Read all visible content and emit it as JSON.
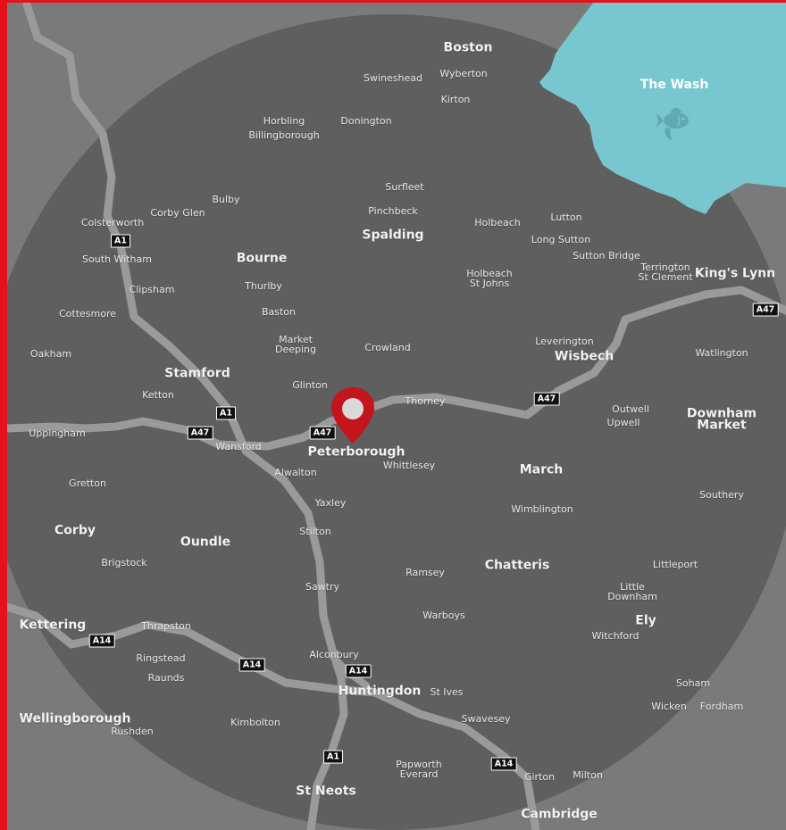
{
  "colors": {
    "frame": "#e3121b",
    "background": "#7a7a7a",
    "radius_area": "#5f5f5f",
    "water": "#78c6cf",
    "road": "#9a9a9a",
    "pin": "#c4151c",
    "pin_center": "#d9d9d9"
  },
  "icons": [
    "location-pin-icon",
    "fish-icon"
  ],
  "water": {
    "name": "The Wash"
  },
  "road_shields": [
    {
      "label": "A1"
    },
    {
      "label": "A1"
    },
    {
      "label": "A1"
    },
    {
      "label": "A47"
    },
    {
      "label": "A47"
    },
    {
      "label": "A47"
    },
    {
      "label": "A47"
    },
    {
      "label": "A14"
    },
    {
      "label": "A14"
    },
    {
      "label": "A14"
    },
    {
      "label": "A14"
    }
  ],
  "places": {
    "boston": "Boston",
    "swineshead": "Swineshead",
    "wyberton": "Wyberton",
    "kirton": "Kirton",
    "horbling": "Horbling",
    "billingborough": "Billingborough",
    "donington": "Donington",
    "surfleet": "Surfleet",
    "bulby": "Bulby",
    "colsterworth": "Colsterworth",
    "corby_glen": "Corby Glen",
    "pinchbeck": "Pinchbeck",
    "holbeach": "Holbeach",
    "lutton": "Lutton",
    "spalding": "Spalding",
    "long_sutton": "Long Sutton",
    "south_witham": "South Witham",
    "bourne": "Bourne",
    "sutton_bridge": "Sutton Bridge",
    "terrington_1": "Terrington",
    "terrington_2": "St Clement",
    "kings_lynn": "King's Lynn",
    "holbeach_sj_1": "Holbeach",
    "holbeach_sj_2": "St Johns",
    "thurlby": "Thurlby",
    "clipsham": "Clipsham",
    "cottesmore": "Cottesmore",
    "baston": "Baston",
    "market_deeping_1": "Market",
    "market_deeping_2": "Deeping",
    "leverington": "Leverington",
    "crowland": "Crowland",
    "oakham": "Oakham",
    "watlington": "Watlington",
    "wisbech": "Wisbech",
    "stamford": "Stamford",
    "glinton": "Glinton",
    "ketton": "Ketton",
    "thorney": "Thorney",
    "outwell": "Outwell",
    "upwell": "Upwell",
    "downham_market_1": "Downham",
    "downham_market_2": "Market",
    "uppingham": "Uppingham",
    "wansford": "Wansford",
    "peterborough": "Peterborough",
    "whittlesey": "Whittlesey",
    "alwalton": "Alwalton",
    "march": "March",
    "gretton": "Gretton",
    "yaxley": "Yaxley",
    "wimblington": "Wimblington",
    "southery": "Southery",
    "corby": "Corby",
    "stilton": "Stilton",
    "oundle": "Oundle",
    "brigstock": "Brigstock",
    "chatteris": "Chatteris",
    "littleport": "Littleport",
    "ramsey": "Ramsey",
    "sawtry": "Sawtry",
    "little_downham_1": "Little",
    "little_downham_2": "Downham",
    "kettering": "Kettering",
    "thrapston": "Thrapston",
    "warboys": "Warboys",
    "ely": "Ely",
    "witchford": "Witchford",
    "alconbury": "Alconbury",
    "ringstead": "Ringstead",
    "raunds": "Raunds",
    "soham": "Soham",
    "huntingdon": "Huntingdon",
    "st_ives": "St Ives",
    "wicken": "Wicken",
    "fordham": "Fordham",
    "wellingborough": "Wellingborough",
    "swavesey": "Swavesey",
    "kimbolton": "Kimbolton",
    "rushden": "Rushden",
    "papworth_1": "Papworth",
    "papworth_2": "Everard",
    "girton": "Girton",
    "milton": "Milton",
    "st_neots": "St Neots",
    "cambridge": "Cambridge"
  }
}
